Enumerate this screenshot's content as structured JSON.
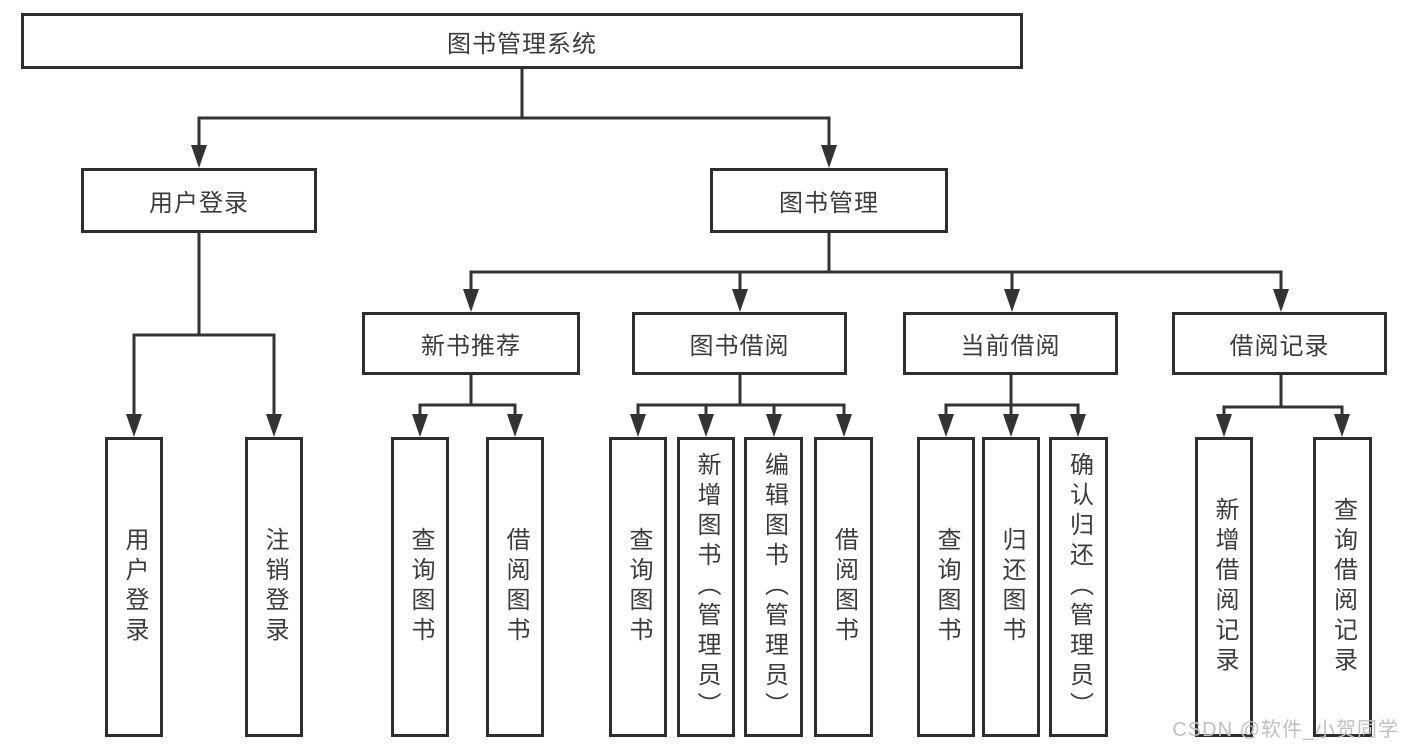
{
  "diagram": {
    "root": {
      "label": "图书管理系统"
    },
    "level2": [
      {
        "label": "用户登录",
        "children": [
          {
            "label": "用户登录"
          },
          {
            "label": "注销登录"
          }
        ]
      },
      {
        "label": "图书管理",
        "children": [
          {
            "label": "新书推荐",
            "children": [
              {
                "label": "查询图书"
              },
              {
                "label": "借阅图书"
              }
            ]
          },
          {
            "label": "图书借阅",
            "children": [
              {
                "label": "查询图书"
              },
              {
                "label": "新增图书（管理员）"
              },
              {
                "label": "编辑图书（管理员）"
              },
              {
                "label": "借阅图书"
              }
            ]
          },
          {
            "label": "当前借阅",
            "children": [
              {
                "label": "查询图书"
              },
              {
                "label": "归还图书"
              },
              {
                "label": "确认归还（管理员）"
              }
            ]
          },
          {
            "label": "借阅记录",
            "children": [
              {
                "label": "新增借阅记录"
              },
              {
                "label": "查询借阅记录"
              }
            ]
          }
        ]
      }
    ]
  },
  "watermark": {
    "text": "CSDN @软件_小贺同学"
  },
  "colors": {
    "line": "#333333",
    "box_border": "#2e2e2e",
    "box_fill": "#ffffff",
    "text": "#3c3c3c",
    "watermark": "#c0c0c0",
    "background": "#ffffff"
  }
}
